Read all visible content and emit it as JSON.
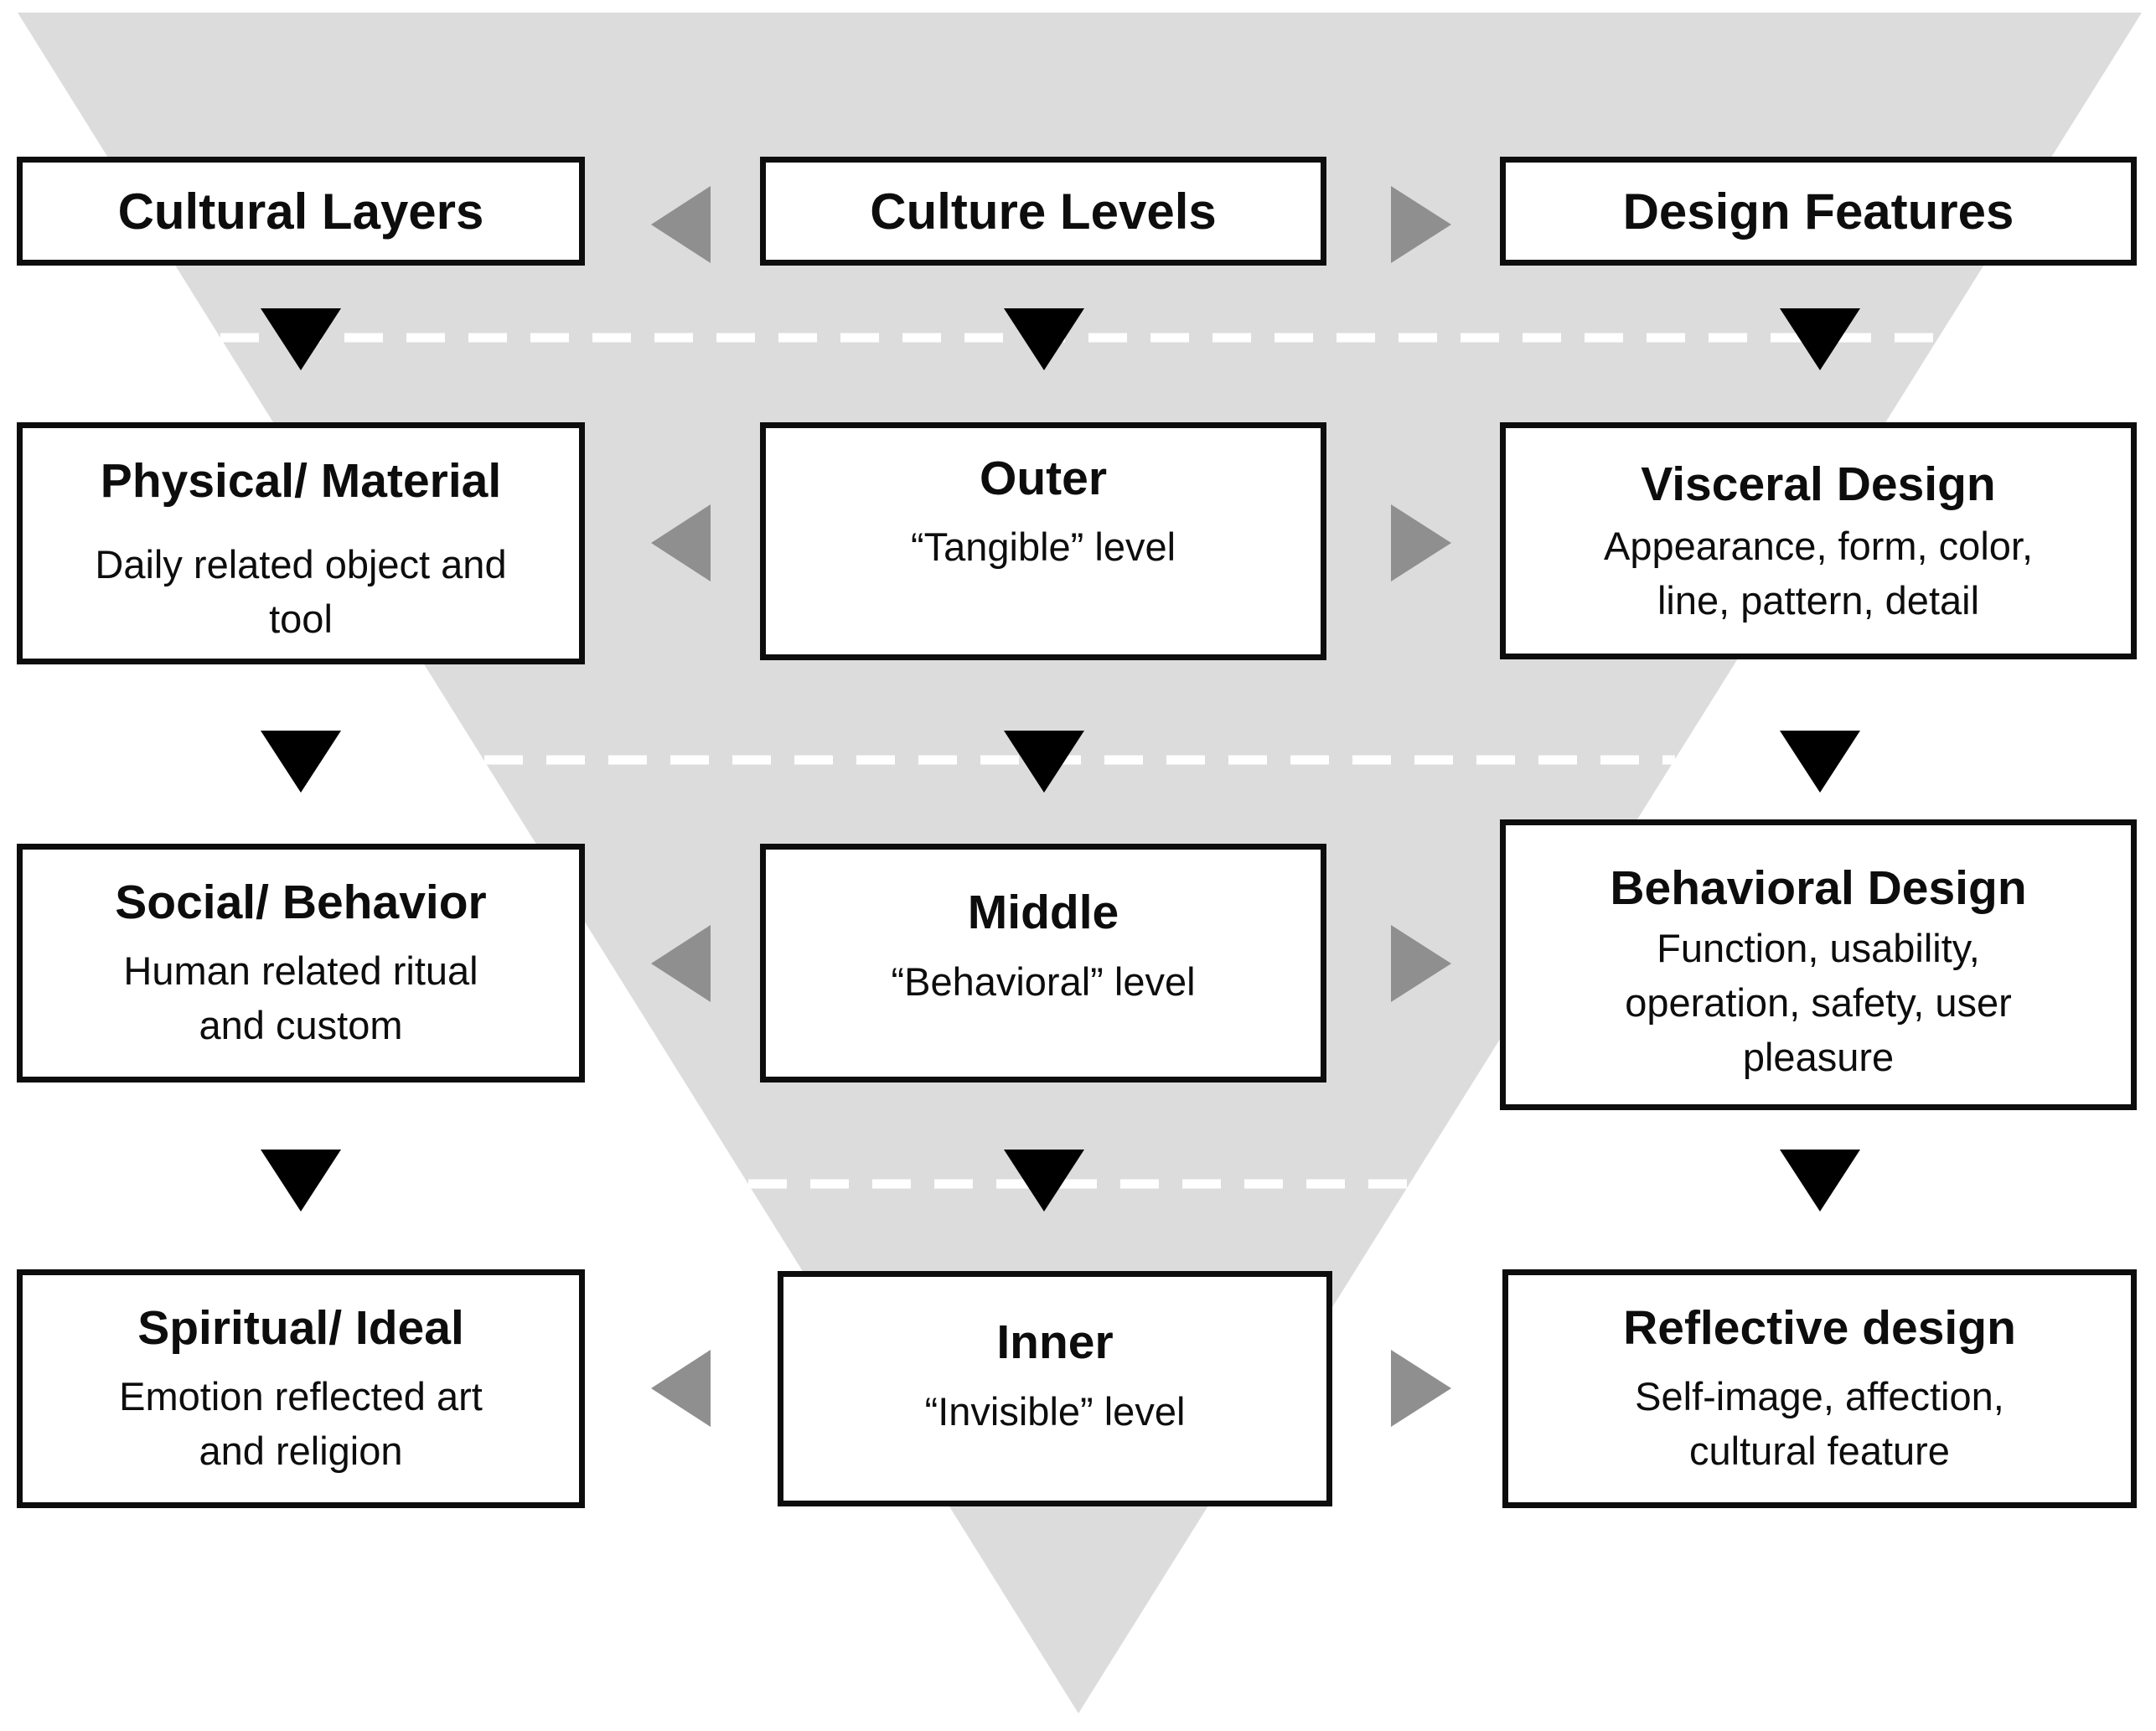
{
  "diagram": {
    "columns": [
      {
        "header": "Cultural Layers",
        "boxes": [
          {
            "title": "Physical/ Material",
            "body": "Daily related object and tool"
          },
          {
            "title": "Social/ Behavior",
            "body": "Human related ritual and custom"
          },
          {
            "title": "Spiritual/ Ideal",
            "body": "Emotion reflected art and religion"
          }
        ]
      },
      {
        "header": "Culture Levels",
        "boxes": [
          {
            "title": "Outer",
            "body": "“Tangible” level"
          },
          {
            "title": "Middle",
            "body": "“Behavioral” level"
          },
          {
            "title": "Inner",
            "body": "“Invisible” level"
          }
        ]
      },
      {
        "header": "Design Features",
        "boxes": [
          {
            "title": "Visceral Design",
            "body": "Appearance, form, color, line, pattern, detail"
          },
          {
            "title": "Behavioral Design",
            "body": "Function, usability, operation, safety, user pleasure"
          },
          {
            "title": "Reflective design",
            "body": "Self-image, affection, cultural feature"
          }
        ]
      }
    ],
    "colors": {
      "funnel_triangle": "#dcdcdc",
      "side_arrow": "#8f8f8f",
      "down_arrow": "#000000",
      "dashed_line": "#ffffff",
      "box_border": "#0d0d0d"
    }
  }
}
